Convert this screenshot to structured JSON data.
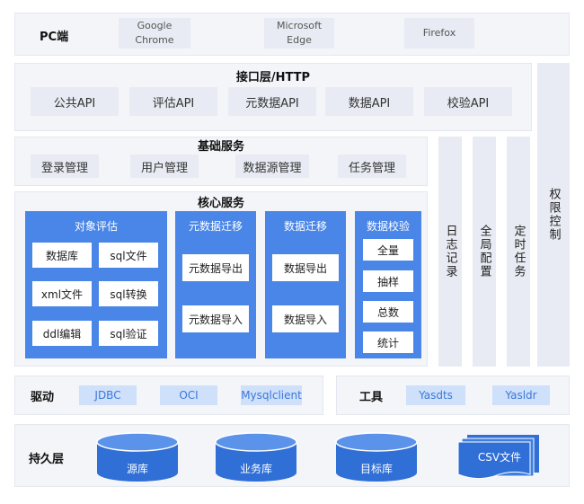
{
  "client": {
    "title": "PC端",
    "browsers": [
      {
        "line1": "Google",
        "line2": "Chrome"
      },
      {
        "line1": "Microsoft",
        "line2": "Edge"
      },
      {
        "line1": "Firefox",
        "line2": ""
      }
    ]
  },
  "interface_layer": {
    "title": "接口层/HTTP",
    "items": [
      "公共API",
      "评估API",
      "元数据API",
      "数据API",
      "校验API"
    ]
  },
  "base_services": {
    "title": "基础服务",
    "items": [
      "登录管理",
      "用户管理",
      "数据源管理",
      "任务管理"
    ]
  },
  "core_services": {
    "title": "核心服务",
    "evaluation": {
      "title": "对象评估",
      "items": [
        "数据库",
        "sql文件",
        "xml文件",
        "sql转换",
        "ddl编辑",
        "sql验证"
      ]
    },
    "metadata_migration": {
      "title": "元数据迁移",
      "items": [
        "元数据导出",
        "元数据导入"
      ]
    },
    "data_migration": {
      "title": "数据迁移",
      "items": [
        "数据导出",
        "数据导入"
      ]
    },
    "data_verification": {
      "title": "数据校验",
      "items": [
        "全量",
        "抽样",
        "总数",
        "统计"
      ]
    }
  },
  "side_columns": [
    "日志记录",
    "全局配置",
    "定时任务"
  ],
  "permission": "权限控制",
  "drivers": {
    "title": "驱动",
    "items": [
      "JDBC",
      "OCI",
      "Mysqlclient"
    ]
  },
  "tools": {
    "title": "工具",
    "items": [
      "Yasdts",
      "Yasldr"
    ]
  },
  "persistence": {
    "title": "持久层",
    "items": [
      "源库",
      "业务库",
      "目标库"
    ],
    "file": "CSV文件"
  },
  "colors": {
    "accent": "#4a86e8",
    "panel": "#f3f5f9",
    "box": "#e8ebf3",
    "pill": "#cfe0fb"
  }
}
